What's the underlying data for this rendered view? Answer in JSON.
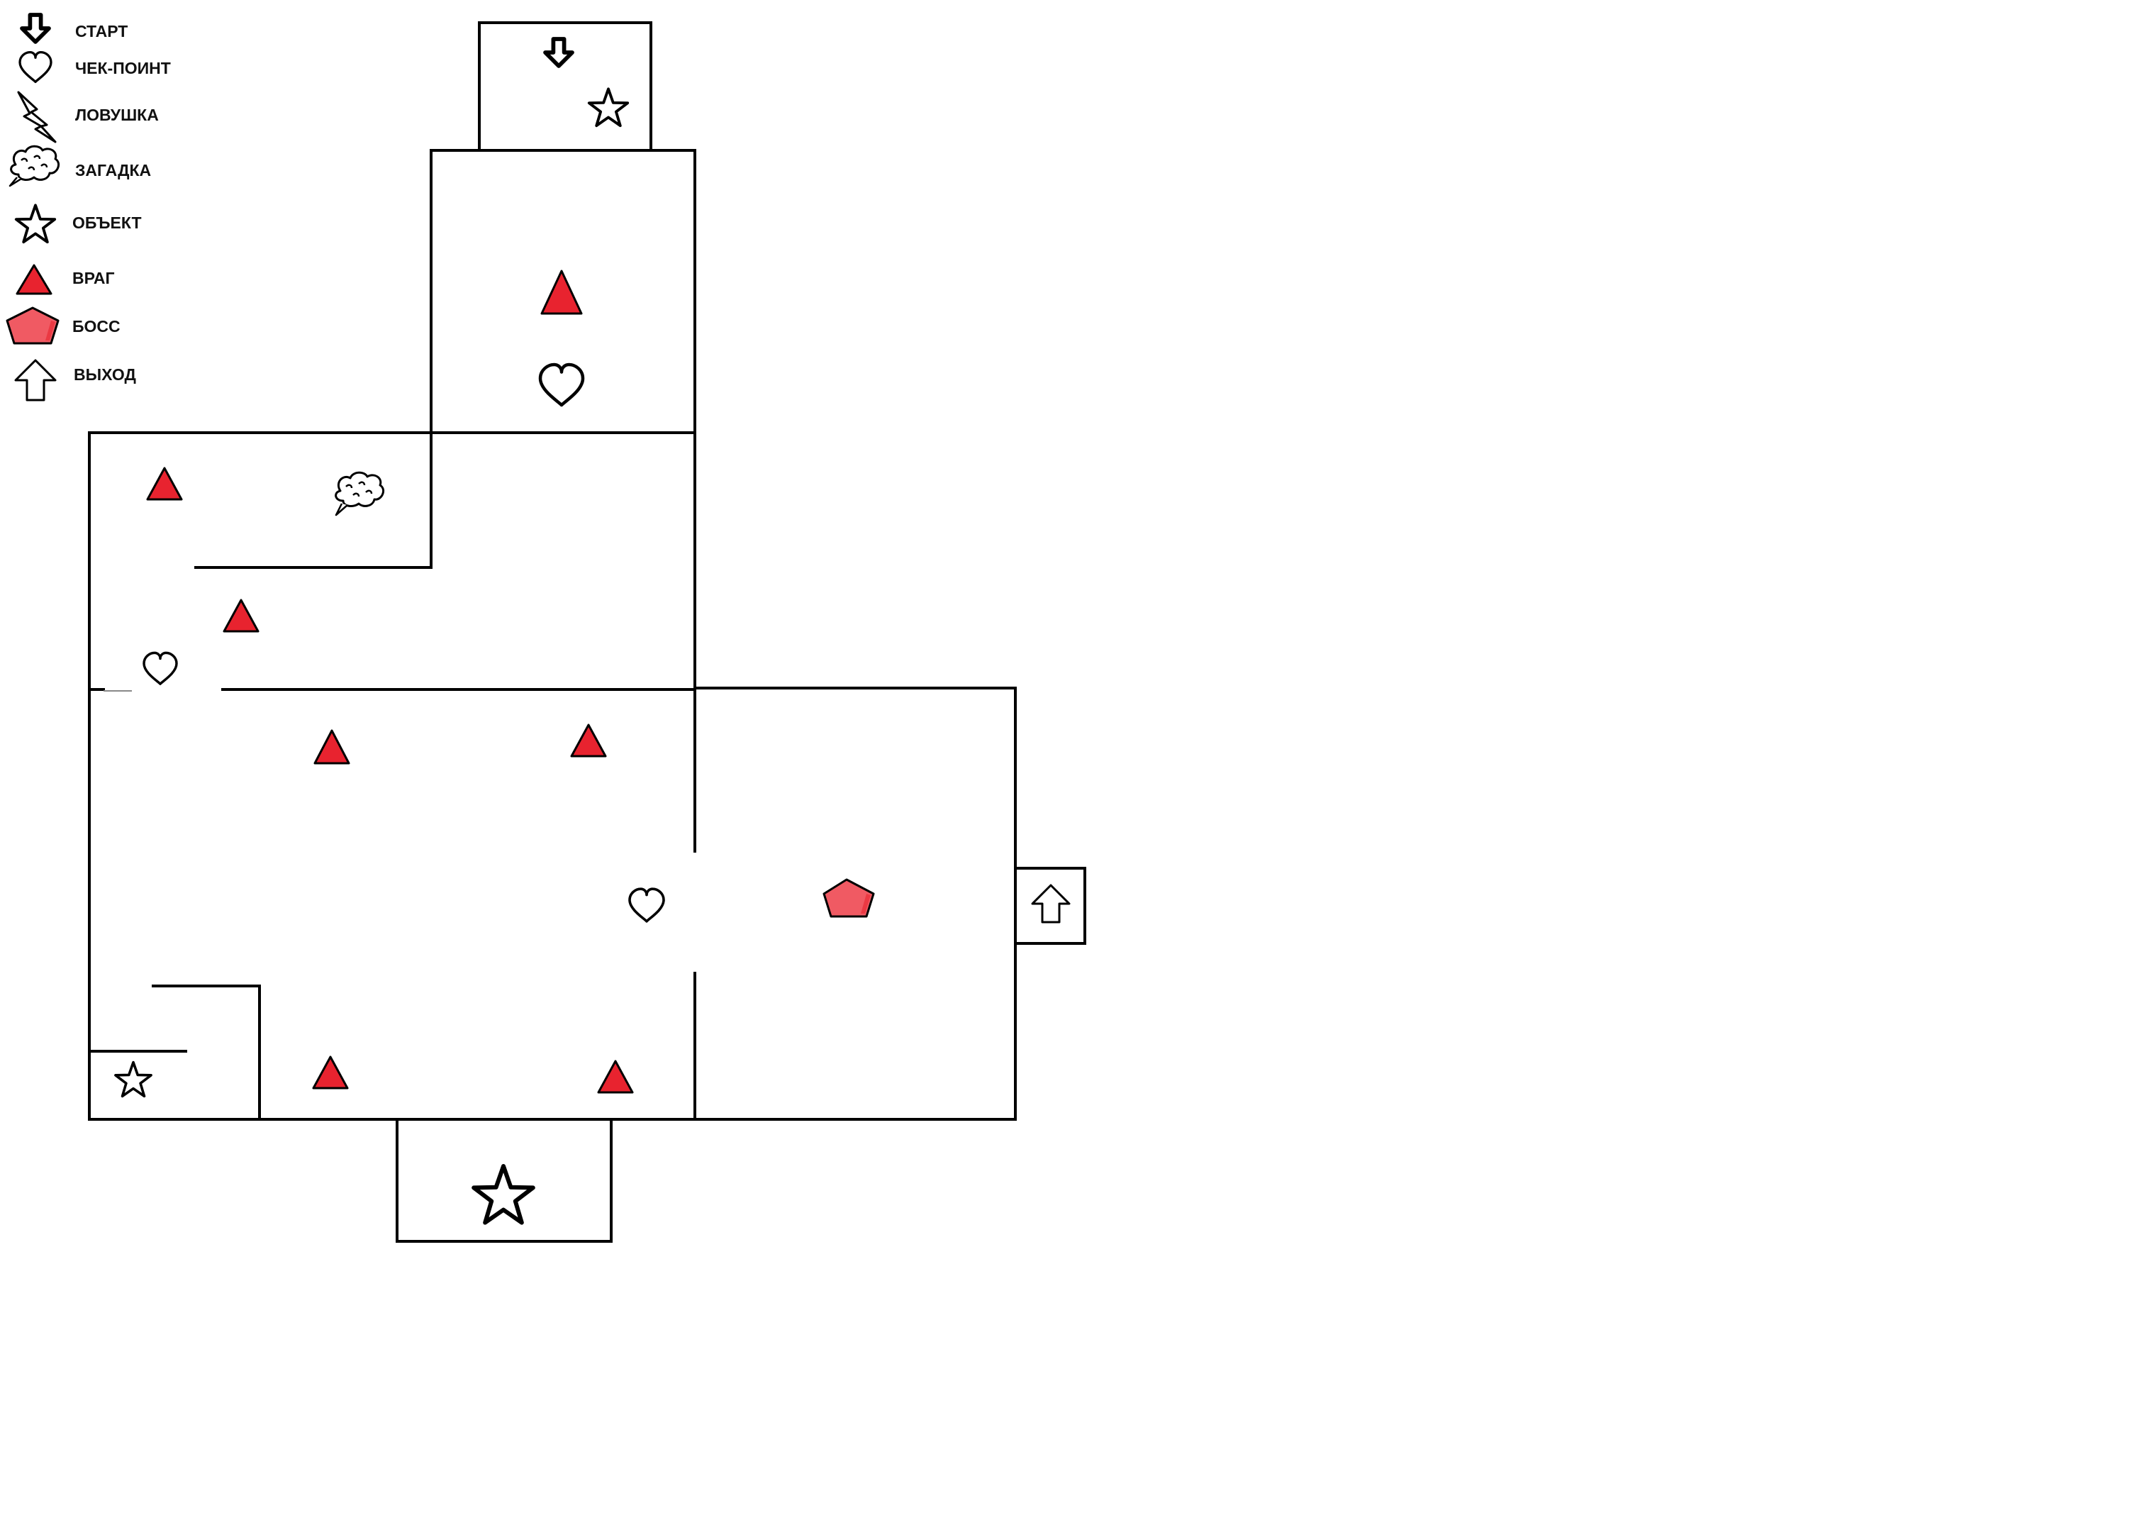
{
  "legend": {
    "start": "СТАРТ",
    "checkpoint": "ЧЕК-ПОИНТ",
    "trap": "ЛОВУШКА",
    "puzzle": "ЗАГАДКА",
    "object": "ОБЪЕКТ",
    "enemy": "ВРАГ",
    "boss": "БОСС",
    "exit": "ВЫХОД"
  },
  "colors": {
    "enemy_fill": "#e8232f",
    "boss_fill": "#f05a63",
    "line": "#000000",
    "background": "#ffffff"
  },
  "icons": [
    "start-arrow-down-icon",
    "heart-icon",
    "lightning-icon",
    "thought-cloud-icon",
    "star-icon",
    "triangle-icon",
    "pentagon-icon",
    "exit-arrow-up-icon"
  ]
}
